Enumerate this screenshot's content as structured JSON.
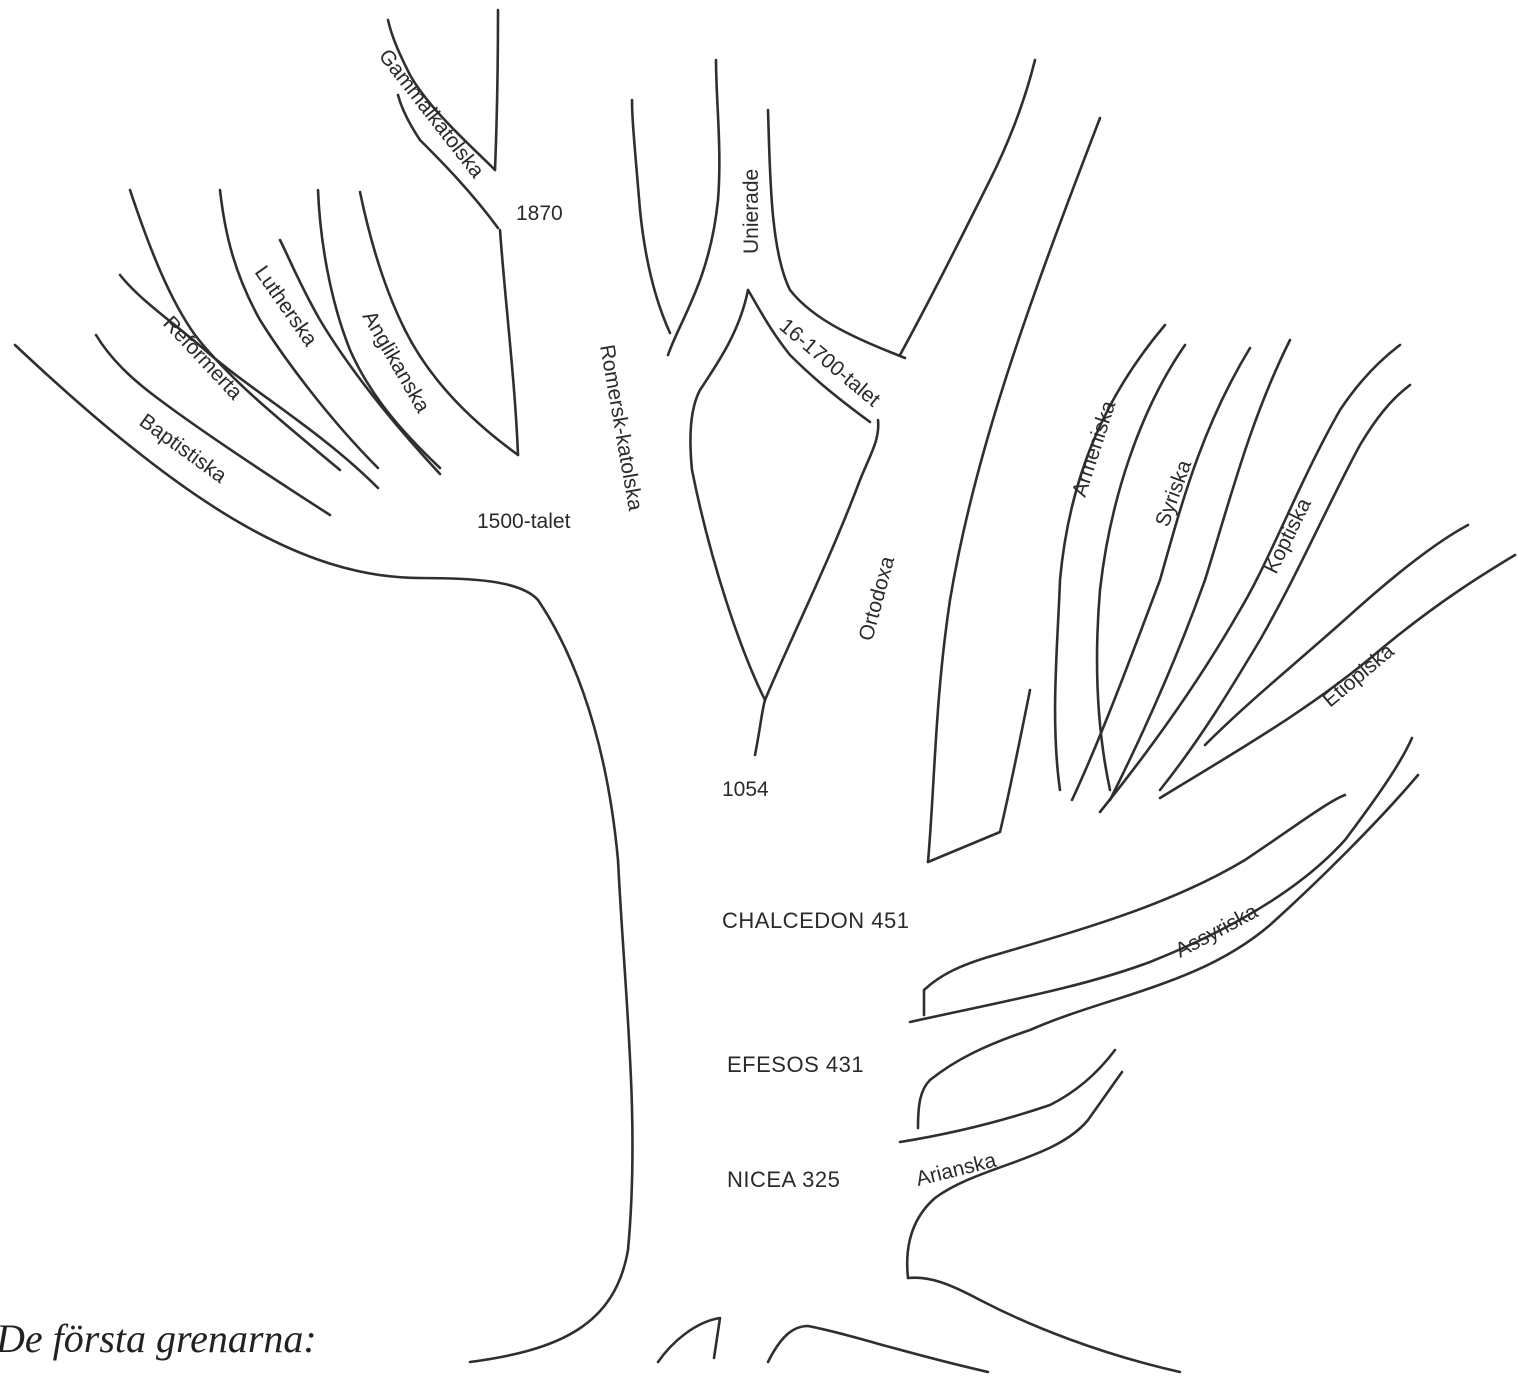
{
  "caption": "De första grenarna:",
  "councils": {
    "nicea": "NICEA 325",
    "efesos": "EFESOS 431",
    "chalcedon": "CHALCEDON 451"
  },
  "years": {
    "schism": "1054",
    "reformation": "1500-talet",
    "old_catholic": "1870",
    "uniate": "16-1700-talet"
  },
  "branches": {
    "arian": "Arianska",
    "assyrian": "Assyriska",
    "ethiopian": "Etiopiska",
    "coptic": "Koptiska",
    "syrian": "Syriska",
    "armenian": "Armeniska",
    "orthodox": "Ortodoxa",
    "uniate": "Unierade",
    "roman_catholic": "Romersk-katolska",
    "old_catholic": "Gammalkatolska",
    "anglican": "Anglikanska",
    "lutheran": "Lutherska",
    "reformed": "Reformerta",
    "baptist": "Baptistiska"
  }
}
